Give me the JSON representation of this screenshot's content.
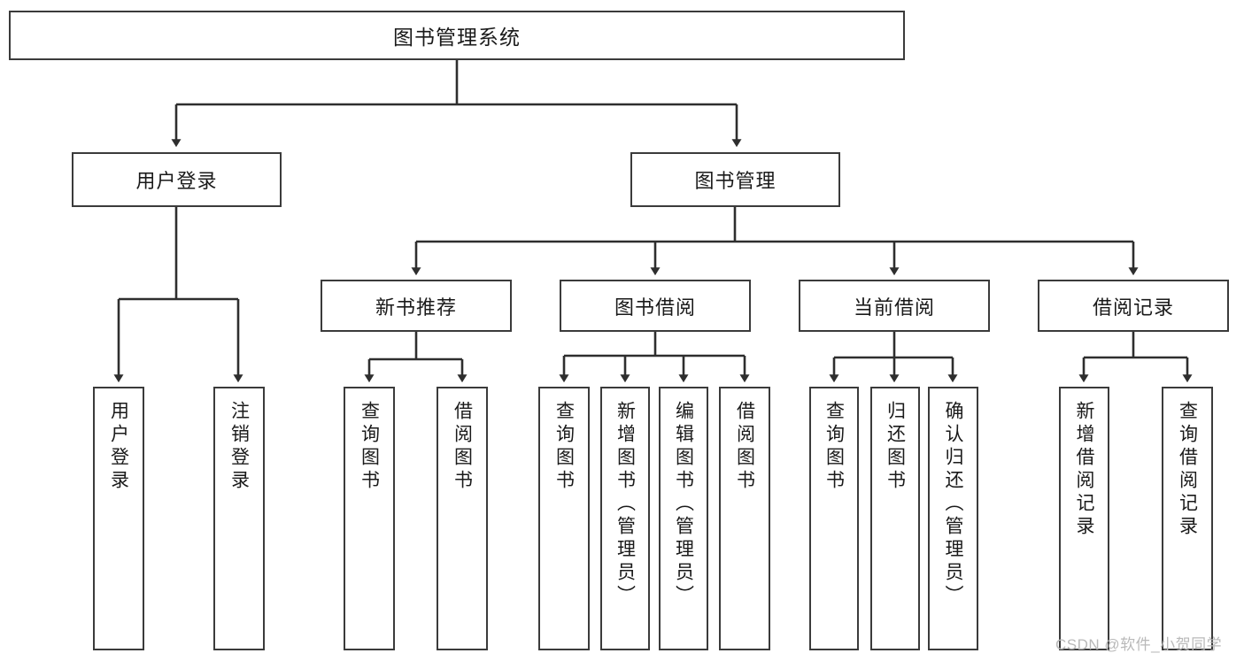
{
  "diagram": {
    "type": "tree-hierarchy-diagram",
    "title": "图书管理系统",
    "root": {
      "id": "root",
      "label": "图书管理系统"
    },
    "level1": [
      {
        "id": "user-login",
        "label": "用户登录"
      },
      {
        "id": "book-management",
        "label": "图书管理"
      }
    ],
    "level2": [
      {
        "id": "new-book-recommend",
        "label": "新书推荐",
        "parent": "book-management"
      },
      {
        "id": "book-borrow",
        "label": "图书借阅",
        "parent": "book-management"
      },
      {
        "id": "current-borrow",
        "label": "当前借阅",
        "parent": "book-management"
      },
      {
        "id": "borrow-record",
        "label": "借阅记录",
        "parent": "book-management"
      }
    ],
    "leaves": {
      "user_login": [
        {
          "id": "leaf-user-login",
          "label": "用户登录"
        },
        {
          "id": "leaf-logout-login",
          "label": "注销登录"
        }
      ],
      "new_book_recommend": [
        {
          "id": "leaf-query-book-1",
          "label": "查询图书"
        },
        {
          "id": "leaf-borrow-book-1",
          "label": "借阅图书"
        }
      ],
      "book_borrow": [
        {
          "id": "leaf-query-book-2",
          "label": "查询图书"
        },
        {
          "id": "leaf-add-book",
          "label": "新增图书（管理员）"
        },
        {
          "id": "leaf-edit-book",
          "label": "编辑图书（管理员）"
        },
        {
          "id": "leaf-borrow-book-2",
          "label": "借阅图书"
        }
      ],
      "current_borrow": [
        {
          "id": "leaf-query-book-3",
          "label": "查询图书"
        },
        {
          "id": "leaf-return-book",
          "label": "归还图书"
        },
        {
          "id": "leaf-confirm-return",
          "label": "确认归还（管理员）"
        }
      ],
      "borrow_record": [
        {
          "id": "leaf-add-record",
          "label": "新增借阅记录"
        },
        {
          "id": "leaf-query-record",
          "label": "查询借阅记录"
        }
      ]
    }
  },
  "watermark": {
    "text": "CSDN @软件_小贺同学",
    "color": "#b9b9b9"
  },
  "style": {
    "border_color": "#3b3b3b",
    "background": "#ffffff",
    "text_color": "#1a1a1a"
  }
}
